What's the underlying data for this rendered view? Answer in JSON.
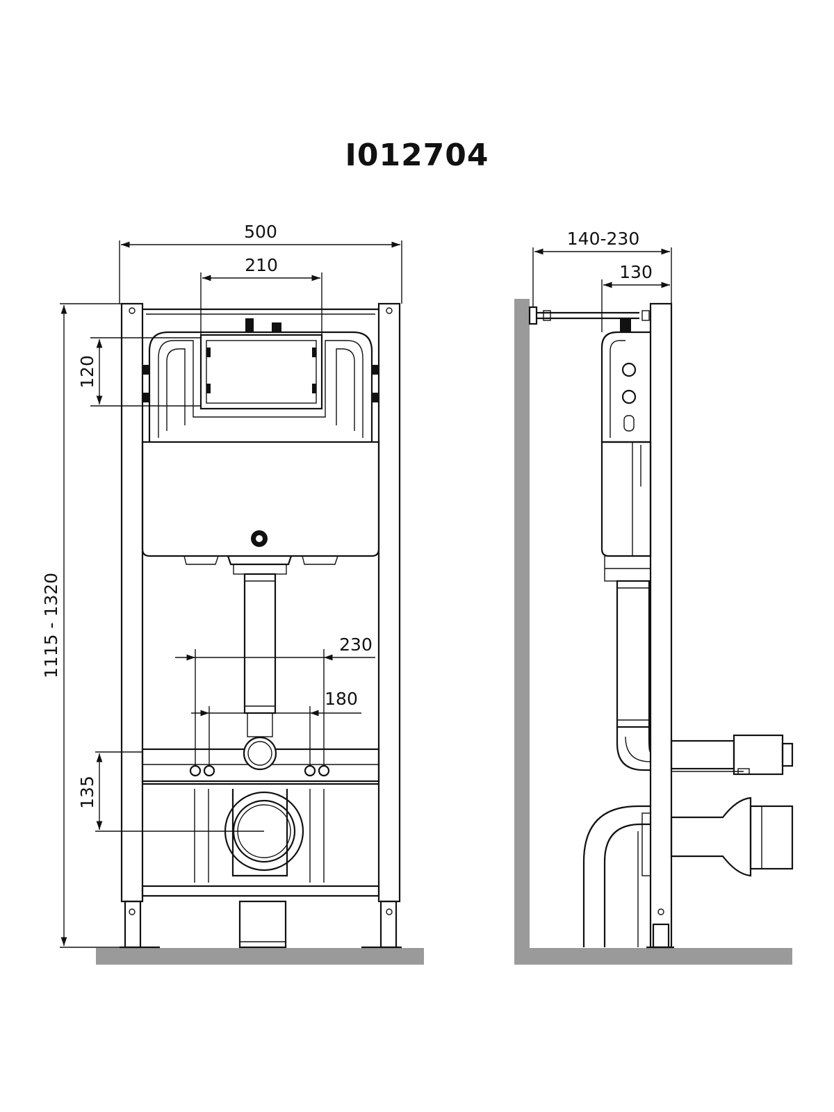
{
  "title": "I012704",
  "dimensions": {
    "width_total": "500",
    "flush_plate_width": "210",
    "flush_plate_height": "120",
    "frame_height": "1115 - 1320",
    "fixing_studs_outer": "230",
    "fixing_studs_inner": "180",
    "outlet_height": "135",
    "depth_range": "140-230",
    "depth_cistern": "130"
  }
}
